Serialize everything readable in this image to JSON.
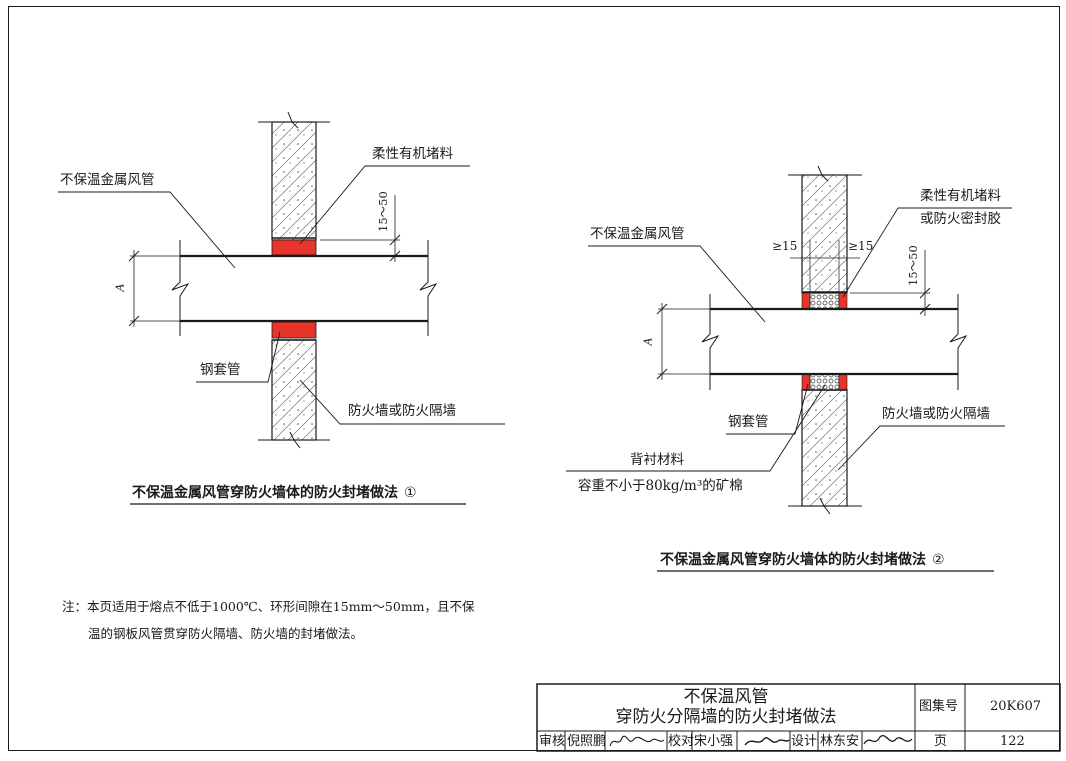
{
  "detail1": {
    "label_duct": "不保温金属风管",
    "label_filler": "柔性有机堵料",
    "label_gap": "15～50",
    "label_a": "A",
    "label_sleeve": "钢套管",
    "label_wall": "防火墙或防火隔墙",
    "caption": "不保温金属风管穿防火墙体的防火封堵做法",
    "caption_num": "①"
  },
  "detail2": {
    "label_duct": "不保温金属风管",
    "label_filler_1": "柔性有机堵料",
    "label_filler_2": "或防火密封胶",
    "label_min_left": "≥15",
    "label_min_right": "≥15",
    "label_gap": "15～50",
    "label_a": "A",
    "label_sleeve": "钢套管",
    "label_wall": "防火墙或防火隔墙",
    "label_backing_1": "背衬材料",
    "label_backing_2": "容重不小于80kg/m³的矿棉",
    "caption": "不保温金属风管穿防火墙体的防火封堵做法",
    "caption_num": "②"
  },
  "notes": {
    "line1": "注：本页适用于熔点不低于1000℃、环形间隙在15mm～50mm，且不保",
    "line2": "温的钢板风管贯穿防火隔墙、防火墙的封堵做法。"
  },
  "title_block": {
    "title_line1": "不保温风管",
    "title_line2": "穿防火分隔墙的防火封堵做法",
    "atlas_label": "图集号",
    "atlas_no": "20K607",
    "review_label": "审核",
    "reviewer": "倪照鹏",
    "check_label": "校对",
    "checker": "宋小强",
    "design_label": "设计",
    "designer": "林东安",
    "page_label": "页",
    "page_no": "122"
  },
  "colors": {
    "fire_sealant": "#e8352b",
    "line": "#1a1a1a"
  }
}
